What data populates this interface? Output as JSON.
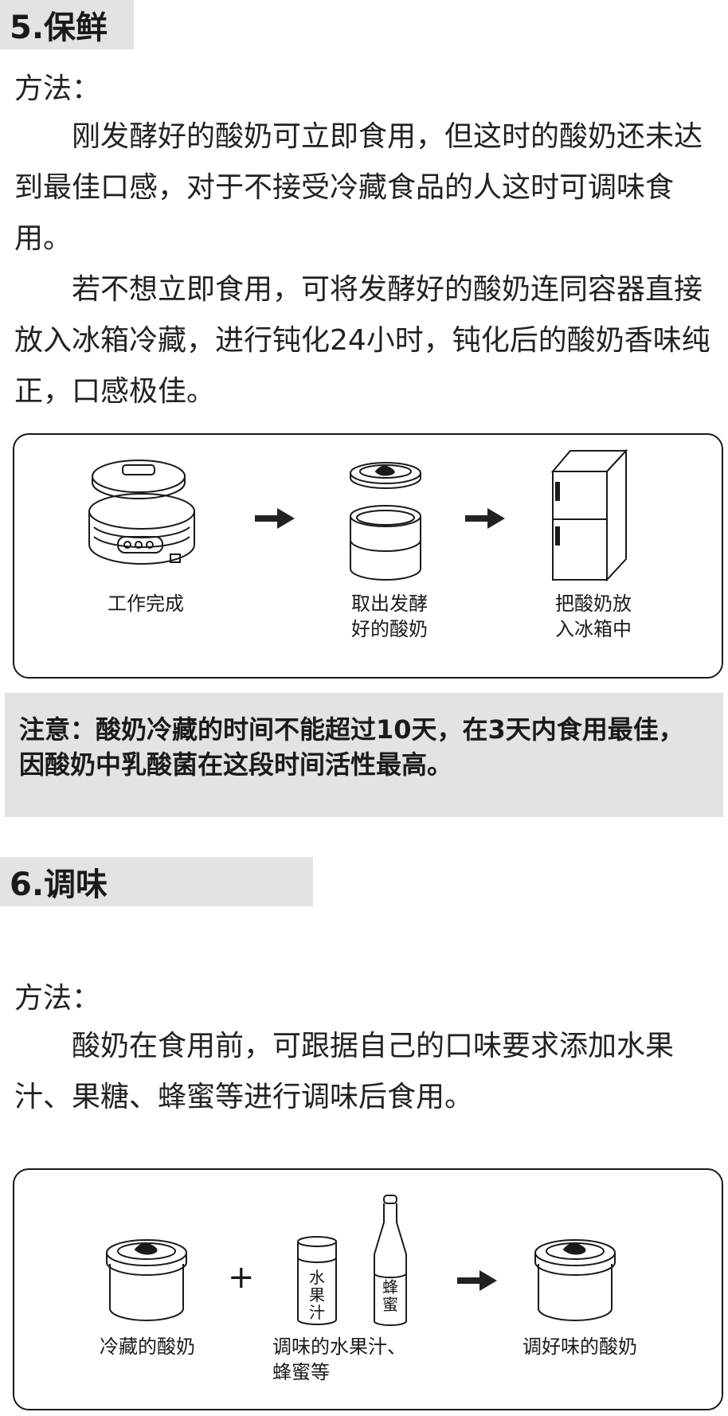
{
  "section5": {
    "heading": "5.保鲜",
    "method_label": "方法：",
    "para1": "刚发酵好的酸奶可立即食用，但这时的酸奶还未达到最佳口感，对于不接受冷藏食品的人这时可调味食用。",
    "para2": "若不想立即食用，可将发酵好的酸奶连同容器直接放入冰箱冷藏，进行钝化24小时，钝化后的酸奶香味纯正，口感极佳。",
    "steps": [
      {
        "caption_line1": "工作完成",
        "caption_line2": ""
      },
      {
        "caption_line1": "取出发酵",
        "caption_line2": "好的酸奶"
      },
      {
        "caption_line1": "把酸奶放",
        "caption_line2": "入冰箱中"
      }
    ],
    "note": "注意：酸奶冷藏的时间不能超过10天，在3天内食用最佳，因酸奶中乳酸菌在这段时间活性最高。"
  },
  "section6": {
    "heading": "6.调味",
    "method_label": "方法：",
    "para1": "酸奶在食用前，可跟据自己的口味要求添加水果汁、果糖、蜂蜜等进行调味后食用。",
    "plus_symbol": "+",
    "juice_label": [
      "水",
      "果",
      "汁"
    ],
    "honey_label": [
      "蜂",
      "蜜"
    ],
    "steps": [
      {
        "caption_line1": "冷藏的酸奶",
        "caption_line2": ""
      },
      {
        "caption_line1": "调味的水果汁、",
        "caption_line2": "蜂蜜等"
      },
      {
        "caption_line1": "调好味的酸奶",
        "caption_line2": ""
      }
    ]
  },
  "colors": {
    "ink": "#1a1a1a",
    "header_bg": "#e3e3e3",
    "arrow": "#222222"
  }
}
